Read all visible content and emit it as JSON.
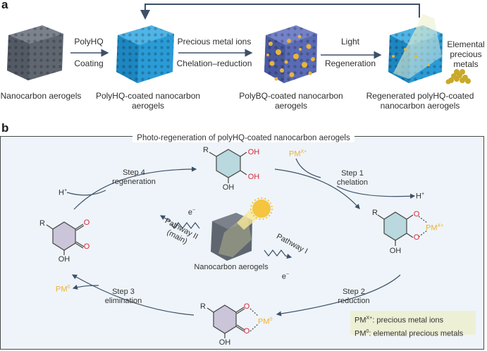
{
  "panel_a": {
    "label": "a",
    "stages": [
      {
        "name": "Nanocarbon aerogels",
        "line1": "Nanocarbon aerogels",
        "line2": ""
      },
      {
        "name": "PolyHQ-coated nanocarbon aerogels",
        "line1": "PolyHQ-coated nanocarbon",
        "line2": "aerogels"
      },
      {
        "name": "PolyBQ-coated nanocarbon aerogels",
        "line1": "PolyBQ-coated nanocarbon",
        "line2": "aerogels"
      },
      {
        "name": "Regenerated polyHQ-coated nanocarbon aerogels",
        "line1": "Regenerated polyHQ-coated",
        "line2": "nanocarbon aerogels"
      }
    ],
    "arrows": [
      {
        "above": "PolyHQ",
        "below": "Coating"
      },
      {
        "above": "Precious metal ions",
        "below": "Chelation–reduction"
      },
      {
        "above": "Light",
        "below": "Regeneration"
      }
    ],
    "elemental": {
      "line1": "Elemental",
      "line2": "precious",
      "line3": "metals"
    },
    "colors": {
      "bare": "#5f6670",
      "polyhq": "#2a9bd6",
      "polybq": "#5a6bb5",
      "metal": "#e8b53a",
      "arrow": "#3d5068"
    }
  },
  "panel_b": {
    "label": "b",
    "title": "Photo-regeneration of polyHQ-coated nanocarbon aerogels",
    "steps": [
      {
        "line1": "Step 1",
        "line2": "chelation"
      },
      {
        "line1": "Step 2",
        "line2": "reduction"
      },
      {
        "line1": "Step 3",
        "line2": "elimination"
      },
      {
        "line1": "Step 4",
        "line2": "regeneration"
      }
    ],
    "species": {
      "r": "R",
      "oh": "OH",
      "o": "O",
      "pm_ion_base": "PM",
      "pm_ion_sup": "X+",
      "pm_zero_base": "PM",
      "pm_zero_sup": "0",
      "h_plus_base": "H",
      "h_plus_sup": "+",
      "electron_base": "e",
      "electron_sup": "−"
    },
    "pathways": {
      "p2_line1": "Pathway II",
      "p2_line2": "(main)",
      "p1": "Pathway I"
    },
    "center_label": "Nanocarbon aerogels",
    "legend": [
      {
        "sym_base": "PM",
        "sym_sup": "X+",
        "text": ": precious metal ions"
      },
      {
        "sym_base": "PM",
        "sym_sup": "0",
        "text": ": elemental precious metals"
      }
    ],
    "colors": {
      "box_bg": "#eef4f9",
      "legend_bg": "#eef0d6",
      "pm": "#f0b030",
      "oxygen": "#d42a3a",
      "hq_ring": "#b9d9de",
      "bq_ring": "#cbc5da"
    }
  }
}
